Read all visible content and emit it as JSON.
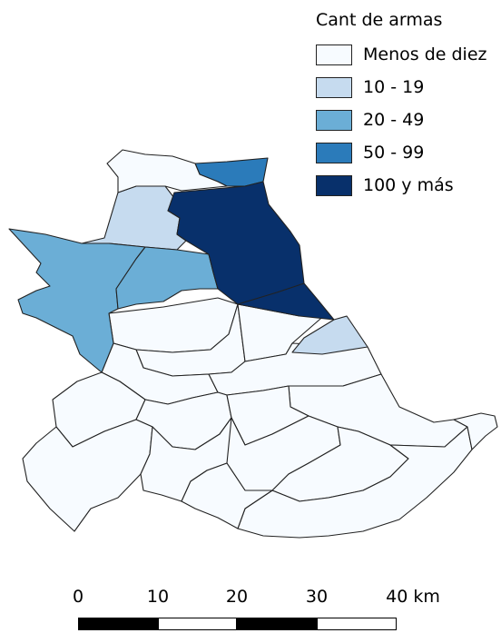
{
  "legend": {
    "title": "Cant de armas",
    "items": [
      {
        "label": "Menos de diez",
        "color": "#f7fbff"
      },
      {
        "label": "10 - 19",
        "color": "#c6dbef"
      },
      {
        "label": "20 - 49",
        "color": "#6baed6"
      },
      {
        "label": "50 - 99",
        "color": "#2b7bba"
      },
      {
        "label": "100 y más",
        "color": "#08306b"
      }
    ]
  },
  "scale_bar": {
    "ticks": [
      "0",
      "10",
      "20",
      "30",
      "40 km"
    ]
  }
}
